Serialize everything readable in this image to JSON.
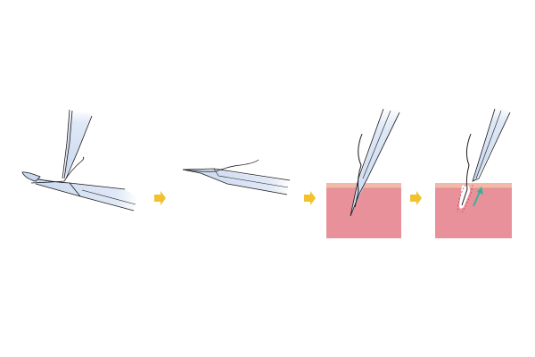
{
  "steps": [
    {
      "name": "hair-loaded-onto-needle"
    },
    {
      "name": "needle-with-hair"
    },
    {
      "name": "needle-inserted-into-skin"
    },
    {
      "name": "needle-withdrawn-hair-implanted"
    }
  ],
  "colors": {
    "arrow": "#f2c12e",
    "skin": "#e8919b",
    "skin_surface": "#f3b9a8",
    "instrument": "#c9d8ef",
    "outline": "#1a1a1a",
    "withdraw_arrow": "#2fb39a",
    "wound": "#e23a4a"
  }
}
